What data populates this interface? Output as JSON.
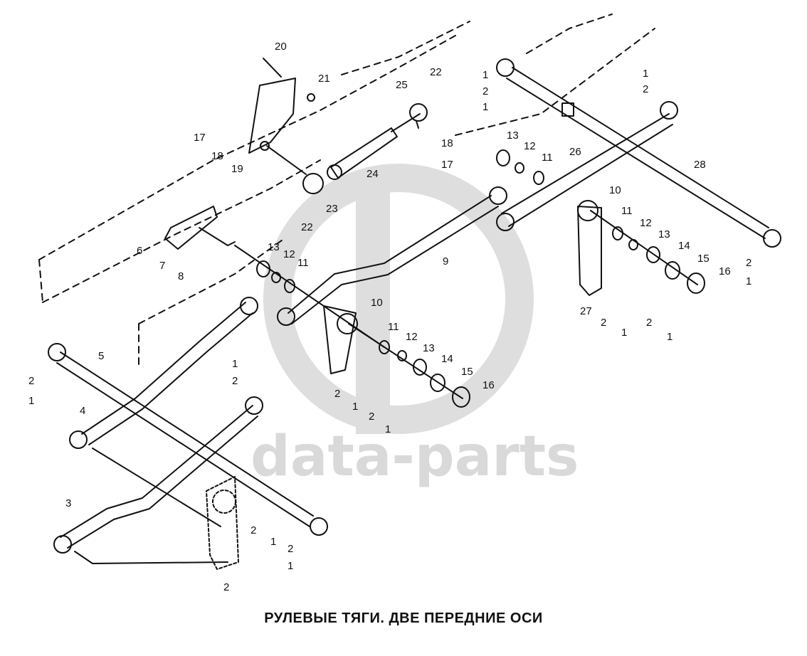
{
  "caption": "РУЛЕВЫЕ ТЯГИ. ДВЕ ПЕРЕДНИЕ ОСИ",
  "watermark_text": "data-parts",
  "colors": {
    "line": "#111111",
    "watermark": "#d9d9d9"
  },
  "callouts": [
    {
      "id": "c1",
      "text": "20"
    },
    {
      "id": "c2",
      "text": "21"
    },
    {
      "id": "c3",
      "text": "22"
    },
    {
      "id": "c4",
      "text": "25"
    },
    {
      "id": "c5",
      "text": "17"
    },
    {
      "id": "c6",
      "text": "18"
    },
    {
      "id": "c7",
      "text": "19"
    },
    {
      "id": "c8",
      "text": "18"
    },
    {
      "id": "c9",
      "text": "17"
    },
    {
      "id": "c10",
      "text": "24"
    },
    {
      "id": "c11",
      "text": "23"
    },
    {
      "id": "c12",
      "text": "22"
    },
    {
      "id": "c13",
      "text": "1"
    },
    {
      "id": "c14",
      "text": "2"
    },
    {
      "id": "c15",
      "text": "1"
    },
    {
      "id": "c16",
      "text": "1"
    },
    {
      "id": "c17",
      "text": "2"
    },
    {
      "id": "c18",
      "text": "13"
    },
    {
      "id": "c19",
      "text": "12"
    },
    {
      "id": "c20",
      "text": "11"
    },
    {
      "id": "c21",
      "text": "26"
    },
    {
      "id": "c22",
      "text": "28"
    },
    {
      "id": "c23",
      "text": "10"
    },
    {
      "id": "c24",
      "text": "11"
    },
    {
      "id": "c25",
      "text": "12"
    },
    {
      "id": "c26",
      "text": "13"
    },
    {
      "id": "c27",
      "text": "14"
    },
    {
      "id": "c28",
      "text": "15"
    },
    {
      "id": "c29",
      "text": "16"
    },
    {
      "id": "c30",
      "text": "2"
    },
    {
      "id": "c31",
      "text": "1"
    },
    {
      "id": "c32",
      "text": "27"
    },
    {
      "id": "c33",
      "text": "2"
    },
    {
      "id": "c34",
      "text": "1"
    },
    {
      "id": "c35",
      "text": "2"
    },
    {
      "id": "c36",
      "text": "1"
    },
    {
      "id": "c37",
      "text": "6"
    },
    {
      "id": "c38",
      "text": "7"
    },
    {
      "id": "c39",
      "text": "8"
    },
    {
      "id": "c40",
      "text": "13"
    },
    {
      "id": "c41",
      "text": "12"
    },
    {
      "id": "c42",
      "text": "11"
    },
    {
      "id": "c43",
      "text": "9"
    },
    {
      "id": "c44",
      "text": "10"
    },
    {
      "id": "c45",
      "text": "11"
    },
    {
      "id": "c46",
      "text": "12"
    },
    {
      "id": "c47",
      "text": "13"
    },
    {
      "id": "c48",
      "text": "14"
    },
    {
      "id": "c49",
      "text": "15"
    },
    {
      "id": "c50",
      "text": "16"
    },
    {
      "id": "c51",
      "text": "2"
    },
    {
      "id": "c52",
      "text": "1"
    },
    {
      "id": "c53",
      "text": "2"
    },
    {
      "id": "c54",
      "text": "1"
    },
    {
      "id": "c55",
      "text": "5"
    },
    {
      "id": "c56",
      "text": "2"
    },
    {
      "id": "c57",
      "text": "1"
    },
    {
      "id": "c58",
      "text": "1"
    },
    {
      "id": "c59",
      "text": "2"
    },
    {
      "id": "c60",
      "text": "4"
    },
    {
      "id": "c61",
      "text": "3"
    },
    {
      "id": "c62",
      "text": "2"
    },
    {
      "id": "c63",
      "text": "1"
    },
    {
      "id": "c64",
      "text": "2"
    },
    {
      "id": "c65",
      "text": "2"
    },
    {
      "id": "c66",
      "text": "1"
    }
  ]
}
